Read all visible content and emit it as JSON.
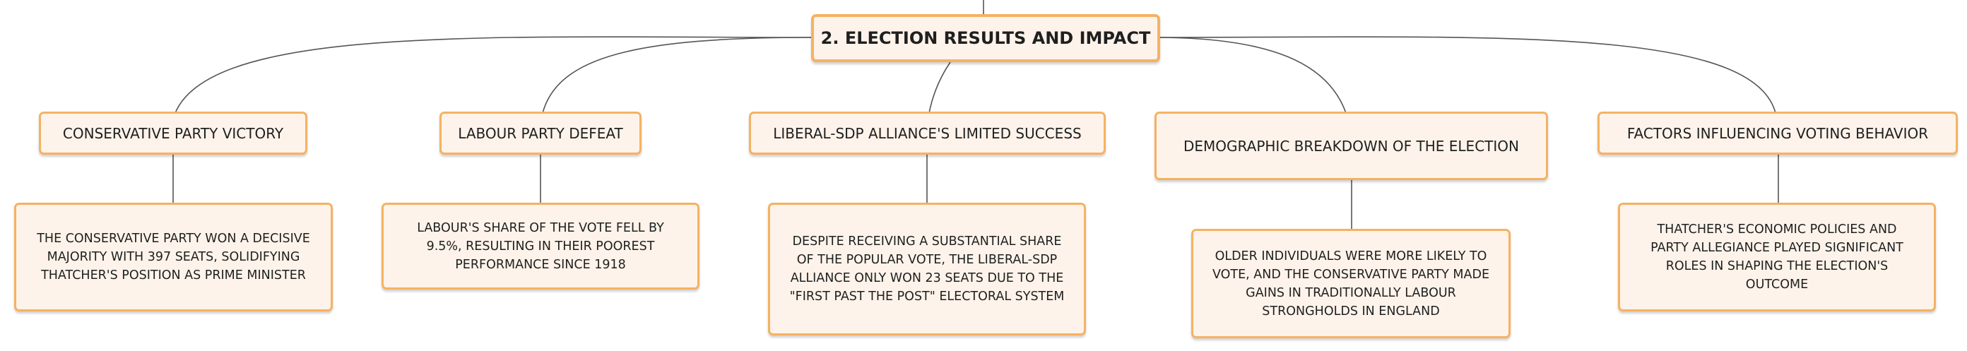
{
  "root": {
    "title": "2. ELECTION RESULTS AND IMPACT"
  },
  "topics": [
    {
      "title": "CONSERVATIVE PARTY VICTORY",
      "detail": "THE CONSERVATIVE PARTY WON A DECISIVE MAJORITY WITH 397 SEATS, SOLIDIFYING THATCHER'S POSITION AS PRIME MINISTER"
    },
    {
      "title": "LABOUR PARTY DEFEAT",
      "detail": "LABOUR'S SHARE OF THE VOTE FELL BY 9.5%, RESULTING IN THEIR POOREST PERFORMANCE SINCE 1918"
    },
    {
      "title": "LIBERAL-SDP ALLIANCE'S LIMITED SUCCESS",
      "detail": "DESPITE RECEIVING A SUBSTANTIAL SHARE OF THE POPULAR VOTE, THE LIBERAL-SDP ALLIANCE ONLY WON 23 SEATS DUE TO THE \"FIRST PAST THE POST\" ELECTORAL SYSTEM"
    },
    {
      "title": "DEMOGRAPHIC BREAKDOWN OF THE ELECTION",
      "detail": "OLDER INDIVIDUALS WERE MORE LIKELY TO VOTE, AND THE CONSERVATIVE PARTY MADE GAINS IN TRADITIONALLY LABOUR STRONGHOLDS IN ENGLAND"
    },
    {
      "title": "FACTORS INFLUENCING VOTING BEHAVIOR",
      "detail": "THATCHER'S ECONOMIC POLICIES AND PARTY ALLEGIANCE PLAYED SIGNIFICANT ROLES IN SHAPING THE ELECTION'S OUTCOME"
    }
  ],
  "colors": {
    "node_fill": "#fdf3ea",
    "node_border": "#f5b262",
    "connector": "#555555",
    "text": "#1f1f1f"
  }
}
